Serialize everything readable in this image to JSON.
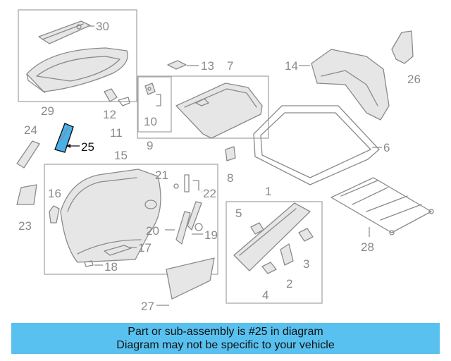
{
  "callouts": {
    "c1": "1",
    "c2": "2",
    "c3": "3",
    "c4": "4",
    "c5": "5",
    "c6": "6",
    "c7": "7",
    "c8": "8",
    "c9": "9",
    "c10": "10",
    "c11": "11",
    "c12": "12",
    "c13": "13",
    "c14": "14",
    "c15": "15",
    "c16": "16",
    "c17": "17",
    "c18": "18",
    "c19": "19",
    "c20": "20",
    "c21": "21",
    "c22": "22",
    "c23": "23",
    "c24": "24",
    "c25": "25",
    "c26": "26",
    "c27": "27",
    "c28": "28",
    "c29": "29",
    "c30": "30"
  },
  "highlight": {
    "part": "25",
    "color": "#4ab0e8"
  },
  "banner": {
    "line1": "Part or sub-assembly is #25 in diagram",
    "line2": "Diagram may not be specific to your vehicle",
    "background": "#58c1ef"
  }
}
